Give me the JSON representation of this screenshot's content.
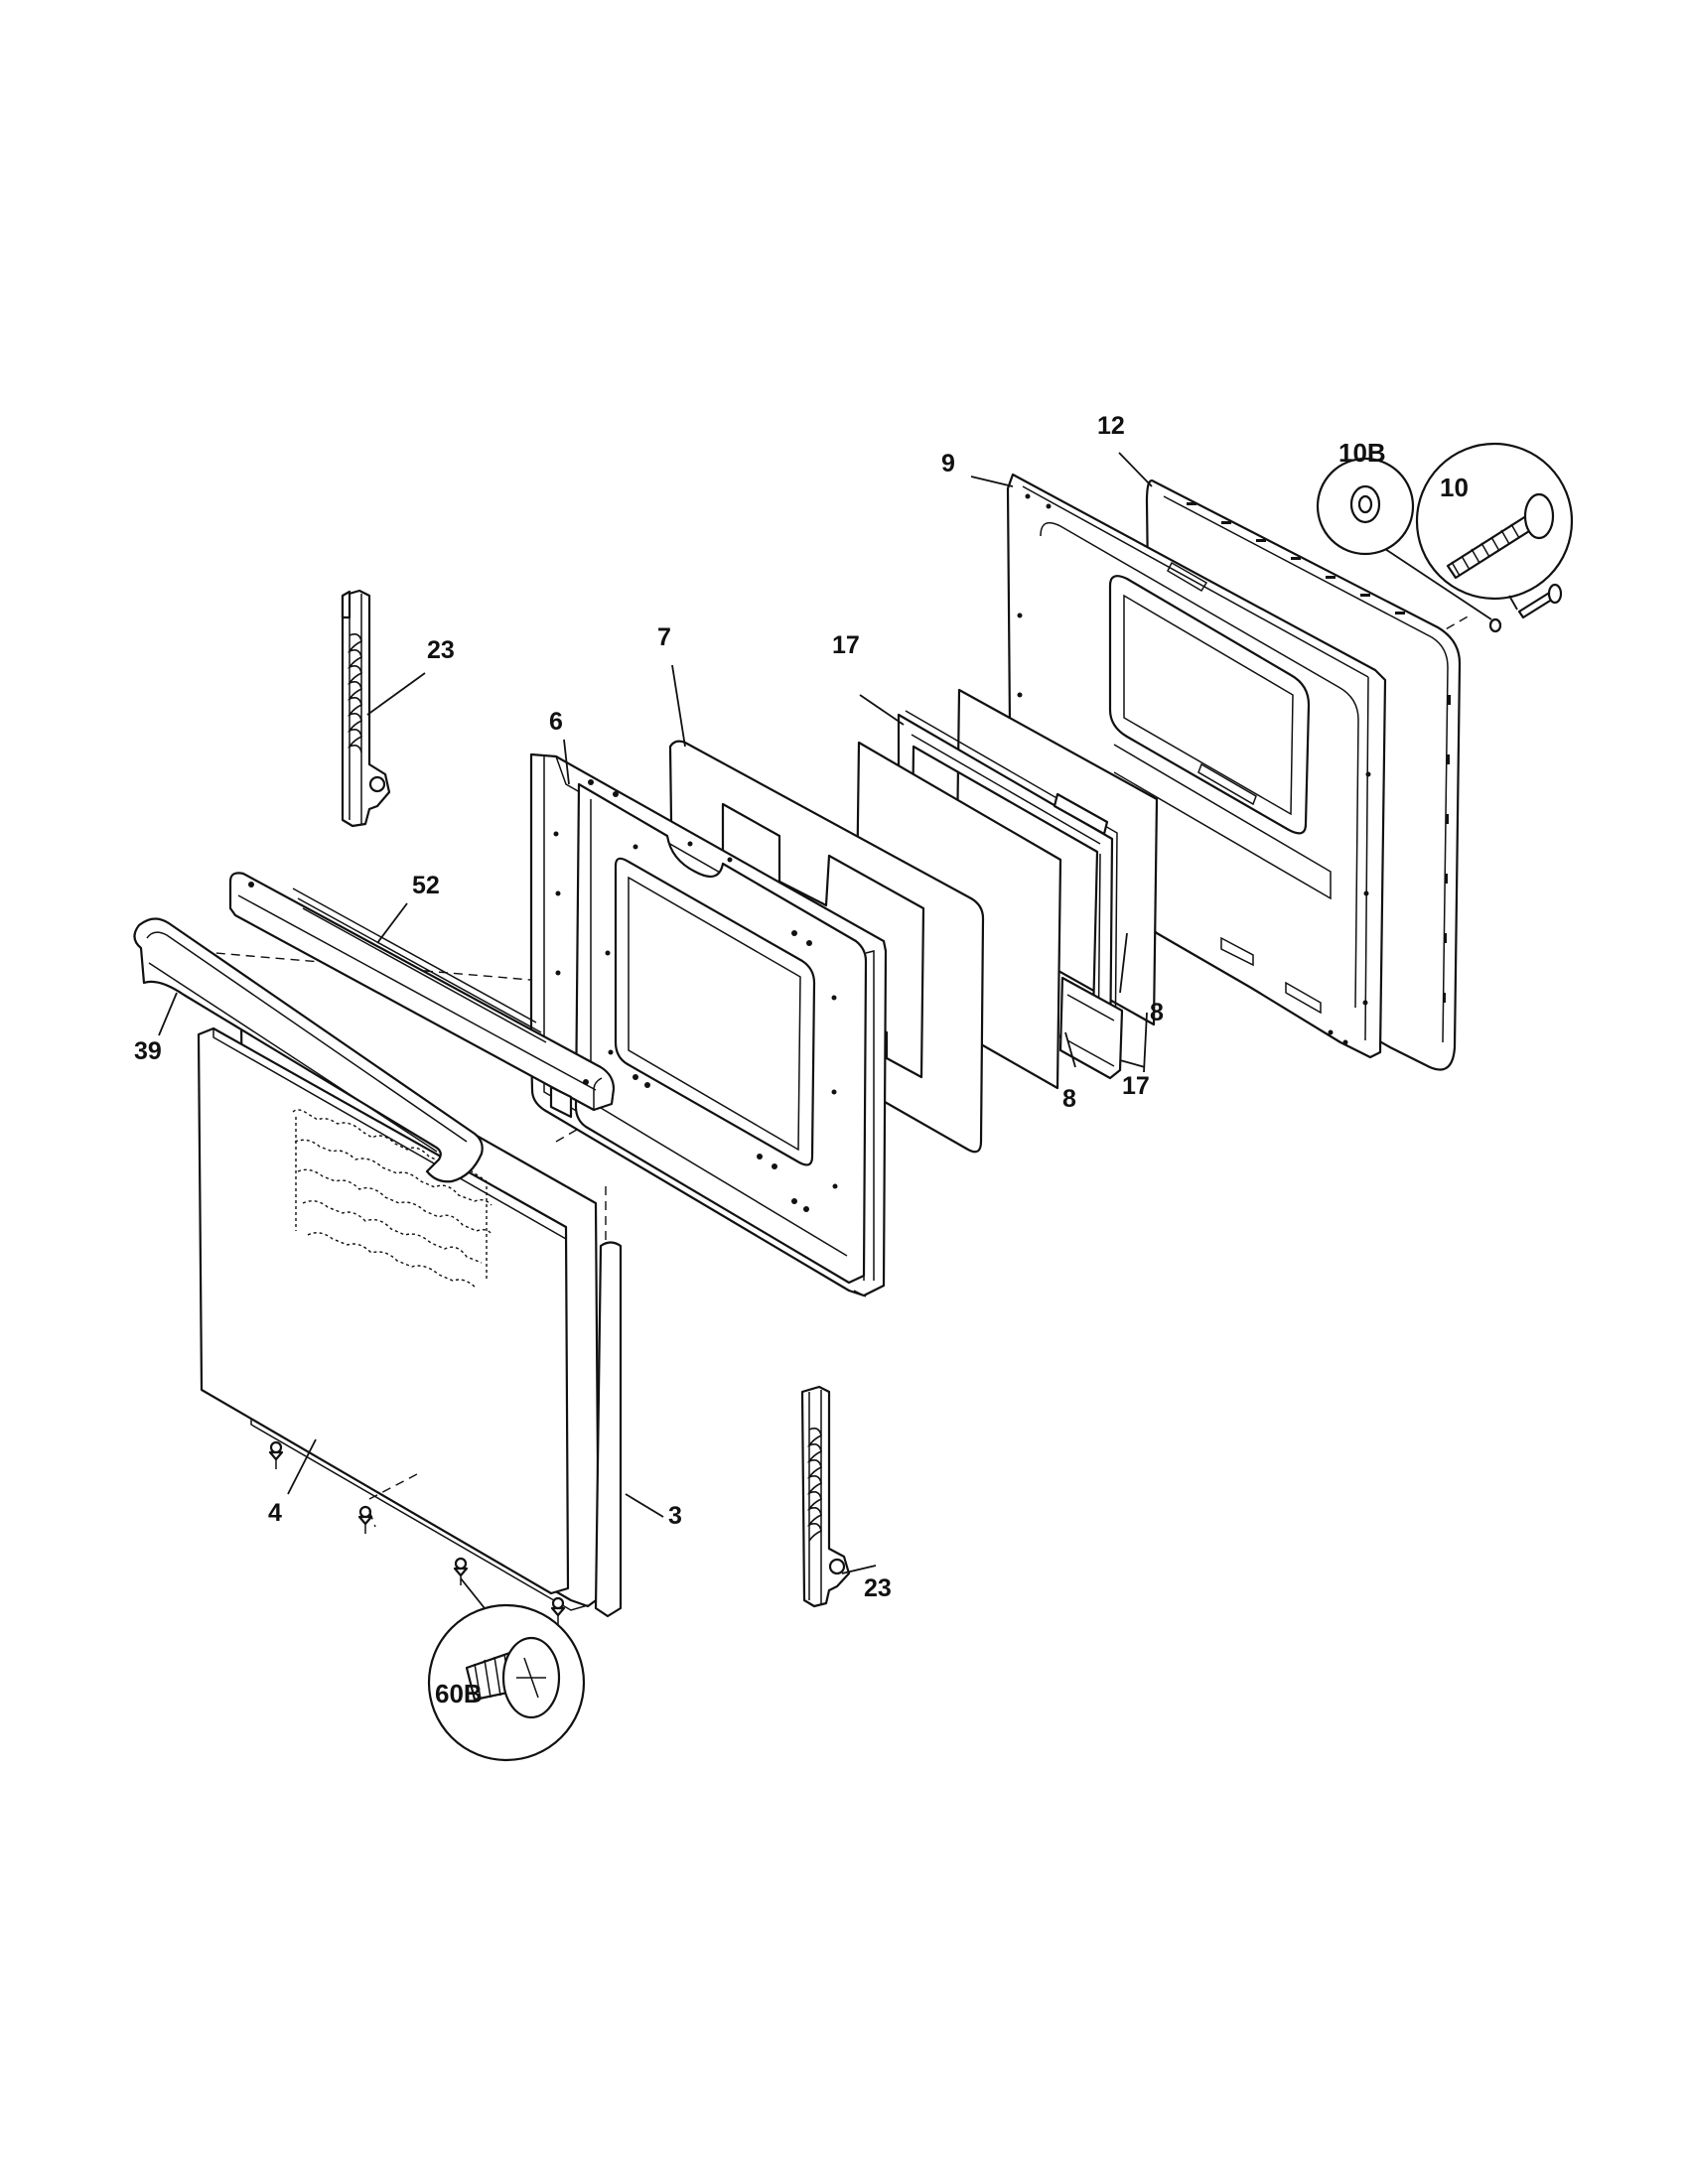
{
  "labels": {
    "l3": "3",
    "l4": "4",
    "l6": "6",
    "l7": "7",
    "l8a": "8",
    "l8b": "8",
    "l9": "9",
    "l10": "10",
    "l10b": "10B",
    "l12": "12",
    "l17a": "17",
    "l17b": "17",
    "l23a": "23",
    "l23b": "23",
    "l39": "39",
    "l52": "52",
    "l60b": "60B"
  }
}
